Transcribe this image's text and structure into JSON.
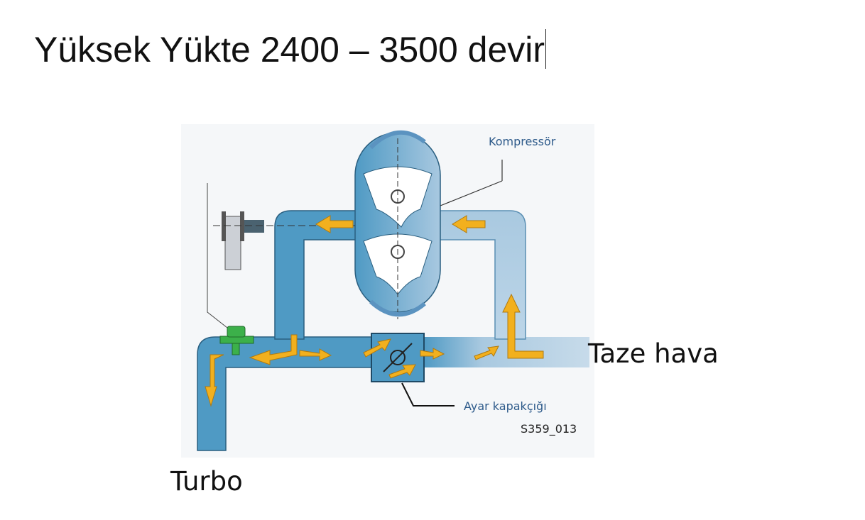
{
  "slide": {
    "title": "Yüksek Yükte 2400 – 3500 devir"
  },
  "diagram": {
    "labels": {
      "compressor": "Kompressör",
      "valve": "Ayar kapakçığı",
      "figure_code": "S359_013",
      "fresh_air": "Taze hava",
      "turbo": "Turbo"
    },
    "colors": {
      "pipe": "#4f9ac4",
      "pipe_light": "#b9d3e6",
      "arrow": "#f2b01e",
      "sensor": "#3cb04a",
      "label_blue": "#2d5a8a"
    }
  }
}
